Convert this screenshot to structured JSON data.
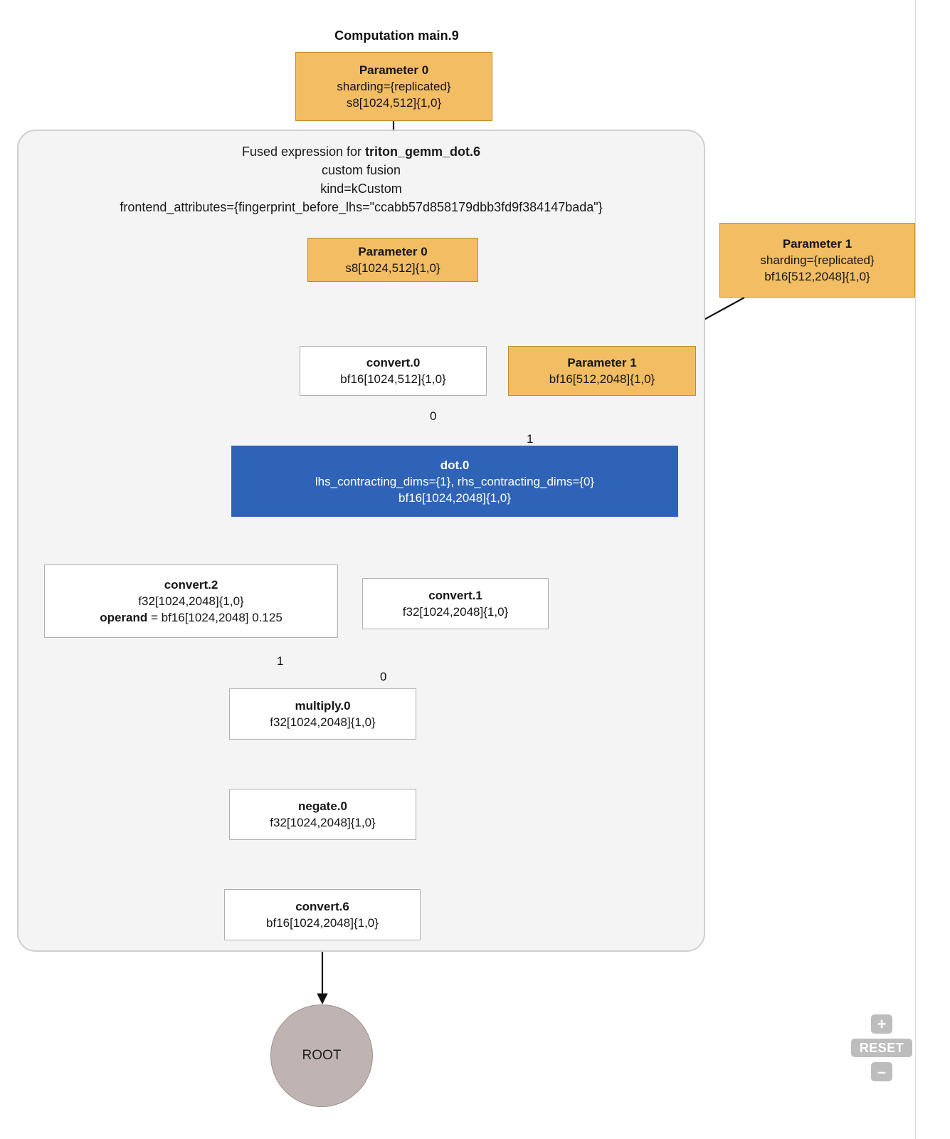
{
  "graph": {
    "computation_title": "Computation main.9",
    "cluster": {
      "header_prefix": "Fused expression for ",
      "header_target": "triton_gemm_dot.6",
      "line2": "custom fusion",
      "line3": "kind=kCustom",
      "line4": "frontend_attributes={fingerprint_before_lhs=\"ccabb57d858179dbb3fd9f384147bada\"}"
    },
    "colors": {
      "parameter_fill": "#f2bd63",
      "parameter_border": "#c08c2e",
      "dot_fill": "#2f63b8",
      "plain_fill": "#ffffff",
      "plain_border": "#b0b0b0",
      "root_fill": "#c0b4b2",
      "cluster_fill": "#f4f4f4",
      "cluster_border": "#cfcfcf",
      "edge": "#111111"
    },
    "nodes": {
      "outer_param0": {
        "title": "Parameter 0",
        "sub1": "sharding={replicated}",
        "sub2": "s8[1024,512]{1,0}"
      },
      "outer_param1": {
        "title": "Parameter 1",
        "sub1": "sharding={replicated}",
        "sub2": "bf16[512,2048]{1,0}"
      },
      "inner_param0": {
        "title": "Parameter 0",
        "sub1": "s8[1024,512]{1,0}"
      },
      "inner_param1": {
        "title": "Parameter 1",
        "sub1": "bf16[512,2048]{1,0}"
      },
      "convert0": {
        "title": "convert.0",
        "sub1": "bf16[1024,512]{1,0}"
      },
      "dot0": {
        "title": "dot.0",
        "sub1": "lhs_contracting_dims={1}, rhs_contracting_dims={0}",
        "sub2": "bf16[1024,2048]{1,0}"
      },
      "convert2": {
        "title": "convert.2",
        "sub1": "f32[1024,2048]{1,0}",
        "operand_label": "operand",
        "operand_value": " = bf16[1024,2048] 0.125"
      },
      "convert1": {
        "title": "convert.1",
        "sub1": "f32[1024,2048]{1,0}"
      },
      "multiply0": {
        "title": "multiply.0",
        "sub1": "f32[1024,2048]{1,0}"
      },
      "negate0": {
        "title": "negate.0",
        "sub1": "f32[1024,2048]{1,0}"
      },
      "convert6": {
        "title": "convert.6",
        "sub1": "bf16[1024,2048]{1,0}"
      },
      "root": {
        "title": "ROOT"
      }
    },
    "edge_labels": {
      "dot_lhs": "0",
      "dot_rhs": "1",
      "multiply_lhs": "1",
      "multiply_rhs": "0"
    }
  },
  "controls": {
    "zoom_in": "+",
    "reset": "RESET",
    "zoom_out": "–"
  }
}
